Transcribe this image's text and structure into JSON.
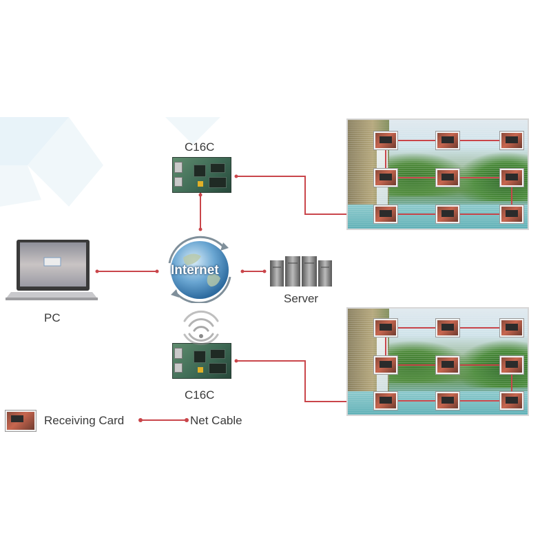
{
  "labels": {
    "c16c_top": "C16C",
    "c16c_bottom": "C16C",
    "pc": "PC",
    "server": "Server",
    "internet": "Internet"
  },
  "legend": {
    "receiving_card": "Receiving Card",
    "net_cable": "Net Cable"
  },
  "colors": {
    "cable": "#c9454a",
    "globe_blue": "#3c7fb4",
    "server_gray": "#707070"
  }
}
